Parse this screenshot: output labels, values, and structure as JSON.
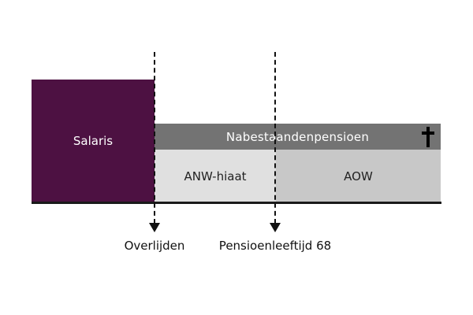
{
  "blocks": {
    "salaris": "Salaris",
    "nabestaandenpensioen": "Nabestaandenpensioen",
    "anw_hiaat": "ANW-hiaat",
    "aow": "AOW"
  },
  "markers": {
    "overlijden": "Overlijden",
    "pensioenleeftijd": "Pensioenleeftijd 68"
  },
  "icons": {
    "cross": "cross-icon"
  },
  "colors": {
    "salaris": "#4d1142",
    "nabestaandenpensioen": "#737373",
    "anw_hiaat": "#e0e0e0",
    "aow": "#c8c8c8"
  }
}
